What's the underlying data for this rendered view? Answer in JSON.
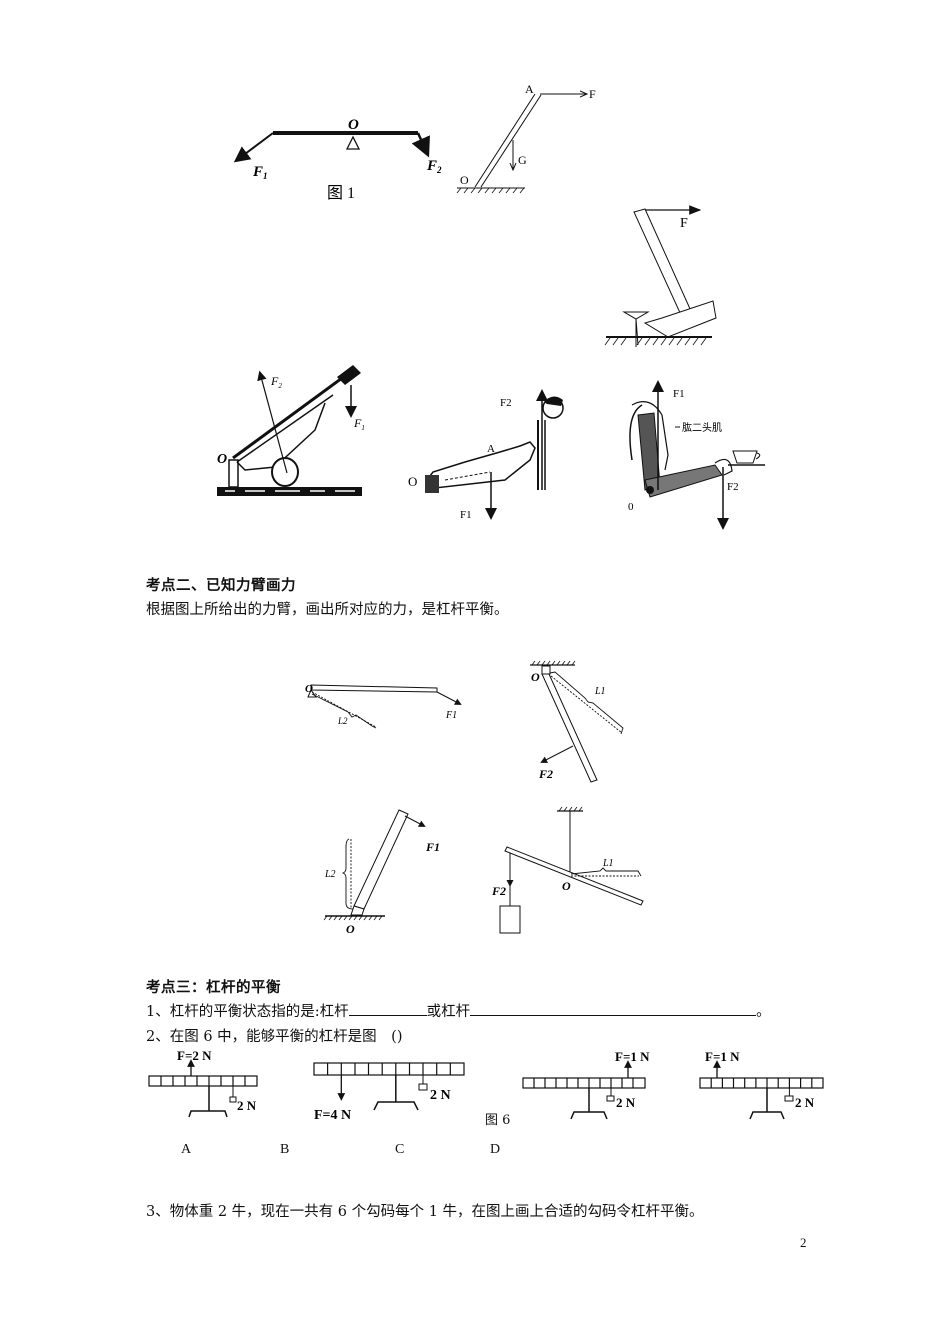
{
  "section1": {
    "fig_seesaw": {
      "pivot": "O",
      "f1": "F",
      "f1_sub": "1",
      "f2": "F",
      "f2_sub": "2",
      "caption": "图 1"
    },
    "fig_rod": {
      "top": "A",
      "force": "F",
      "weight": "G",
      "pivot": "O"
    },
    "fig_hammer": {
      "force": "F"
    },
    "fig_cutter": {
      "pivot": "O",
      "f_up": "F",
      "f_up_sub": "2",
      "f_down": "F",
      "f_down_sub": "1"
    },
    "fig_pushup": {
      "f2": "F2",
      "a": "A",
      "pivot": "O",
      "f1": "F1"
    },
    "fig_arm": {
      "f1": "F1",
      "muscle": "肱二头肌",
      "f2": "F2",
      "pivot": "0"
    }
  },
  "section2": {
    "heading": "考点二、已知力臂画力",
    "instruction": "根据图上所给出的力臂，画出所对应的力，是杠杆平衡。",
    "fig_a": {
      "pivot": "O",
      "arm": "L2",
      "force": "F1"
    },
    "fig_b": {
      "pivot": "O",
      "arm": "L1",
      "force": "F2"
    },
    "fig_c": {
      "pivot": "O",
      "arm": "L2",
      "force": "F1"
    },
    "fig_d": {
      "pivot": "O",
      "arm": "L1",
      "force": "F2"
    }
  },
  "section3": {
    "heading": "考点三：杠杆的平衡",
    "q1_prefix": "1、杠杆的平衡状态指的是:杠杆",
    "q1_mid": "或杠杆",
    "q1_end": "。",
    "q2": "2、在图 6 中，能够平衡的杠杆是图　()",
    "levers": [
      {
        "force_label": "F=2 N",
        "weight_label": "2 N"
      },
      {
        "force_label": "F=4 N",
        "weight_label": "2 N"
      },
      {
        "force_label": "F=1 N",
        "weight_label": "2 N"
      },
      {
        "force_label": "F=1 N",
        "weight_label": "2 N"
      }
    ],
    "fig_caption": "图 6",
    "options": [
      "A",
      "B",
      "C",
      "D"
    ],
    "q3": "3、物体重 2 牛，现在一共有 6 个勾码每个 1 牛，在图上画上合适的勾码令杠杆平衡。"
  },
  "page_number": "2"
}
